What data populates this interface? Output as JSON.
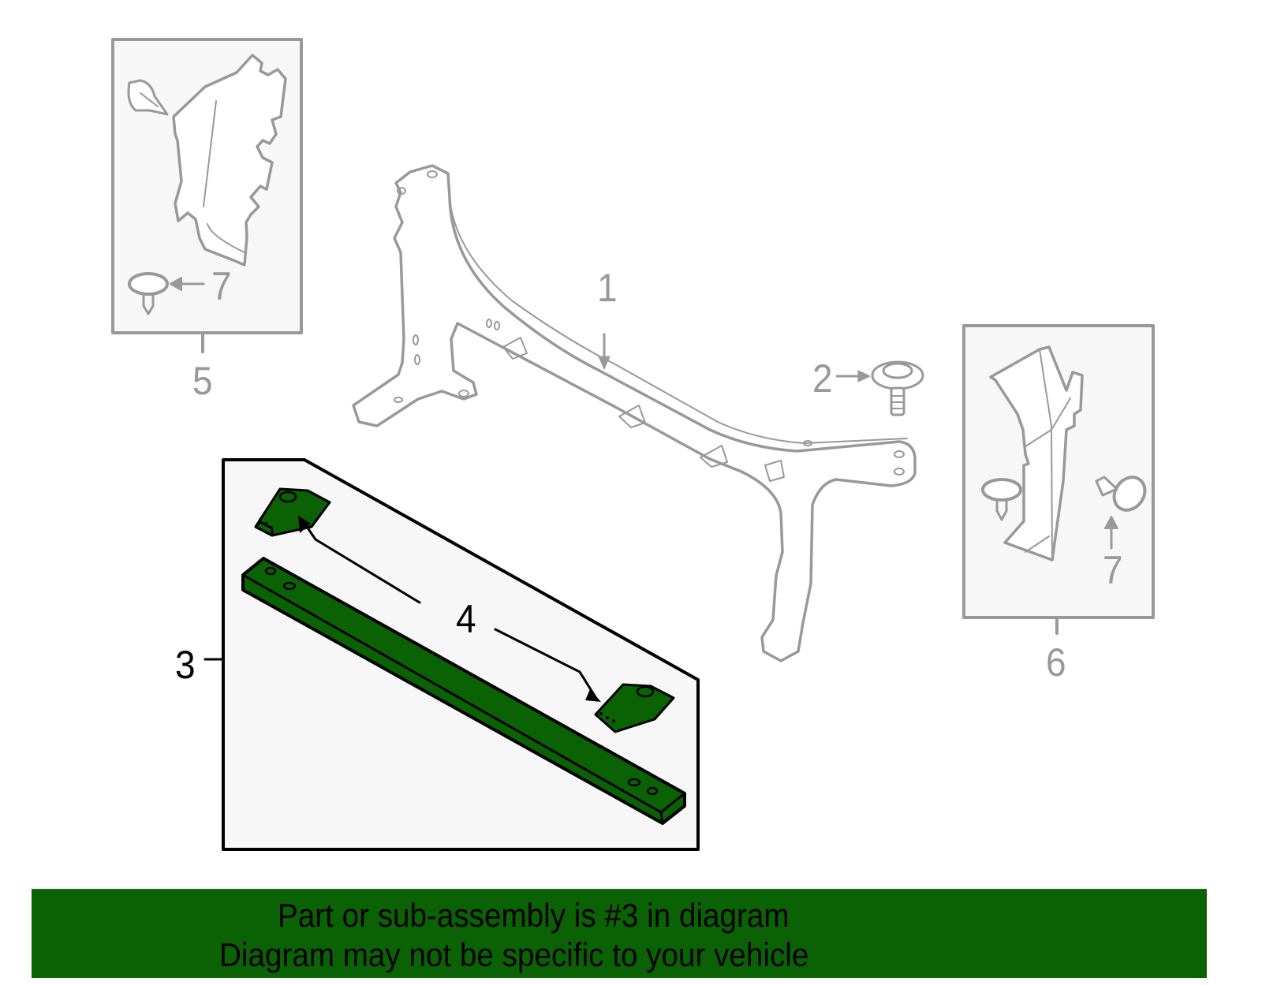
{
  "diagram": {
    "callouts": {
      "c1": "1",
      "c2": "2",
      "c3": "3",
      "c4": "4",
      "c5": "5",
      "c6": "6",
      "c7_left": "7",
      "c7_right": "7"
    },
    "colors": {
      "highlight_fill": "#0a6204",
      "outline_gray": "#999999",
      "highlight_outline": "#000000",
      "inset_bg": "#f7f7f7"
    },
    "highlighted_part": "3"
  },
  "banner": {
    "line1": "Part or sub-assembly is #3 in diagram",
    "line2": "Diagram may not be specific to your vehicle",
    "background": "#0a6204"
  }
}
